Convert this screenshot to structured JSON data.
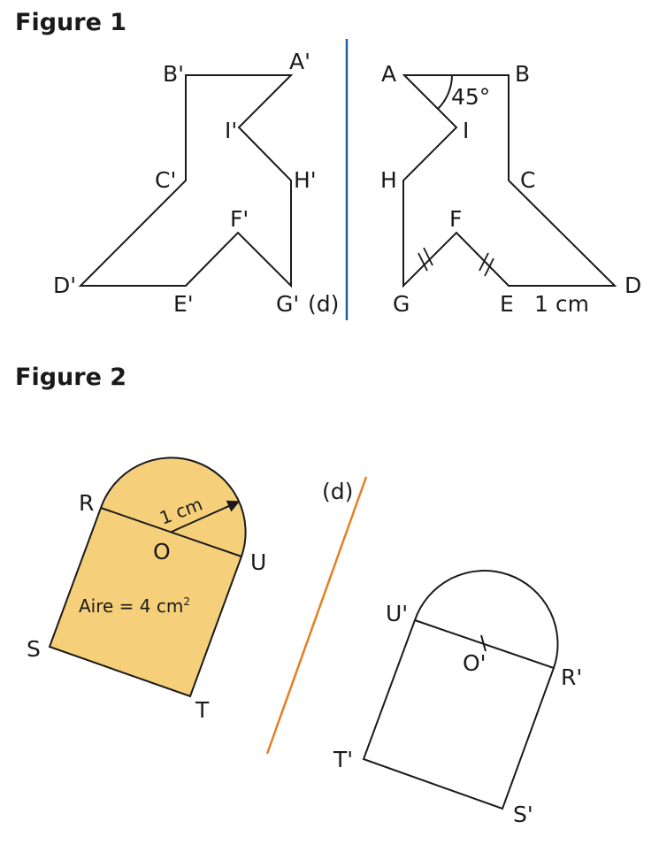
{
  "figure1": {
    "title": "Figure 1",
    "axis_label": "(d)",
    "axis_color": "#1f5f9a",
    "angle_label": "45°",
    "length_label": "1 cm",
    "points": {
      "A": "A",
      "B": "B",
      "C": "C",
      "D": "D",
      "E": "E",
      "F": "F",
      "G": "G",
      "H": "H",
      "I": "I",
      "A_": "A'",
      "B_": "B'",
      "C_": "C'",
      "D_": "D'",
      "E_": "E'",
      "F_": "F'",
      "G_": "G'",
      "H_": "H'",
      "I_": "I'"
    }
  },
  "figure2": {
    "title": "Figure 2",
    "axis_label": "(d)",
    "axis_color": "#e67e22",
    "fill_color": "#f5cf7a",
    "radius_label": "1 cm",
    "area_label": "Aire = 4 cm",
    "area_exponent": "2",
    "points": {
      "R": "R",
      "S": "S",
      "T": "T",
      "U": "U",
      "O": "O",
      "R_": "R'",
      "S_": "S'",
      "T_": "T'",
      "U_": "U'",
      "O_": "O'"
    }
  }
}
